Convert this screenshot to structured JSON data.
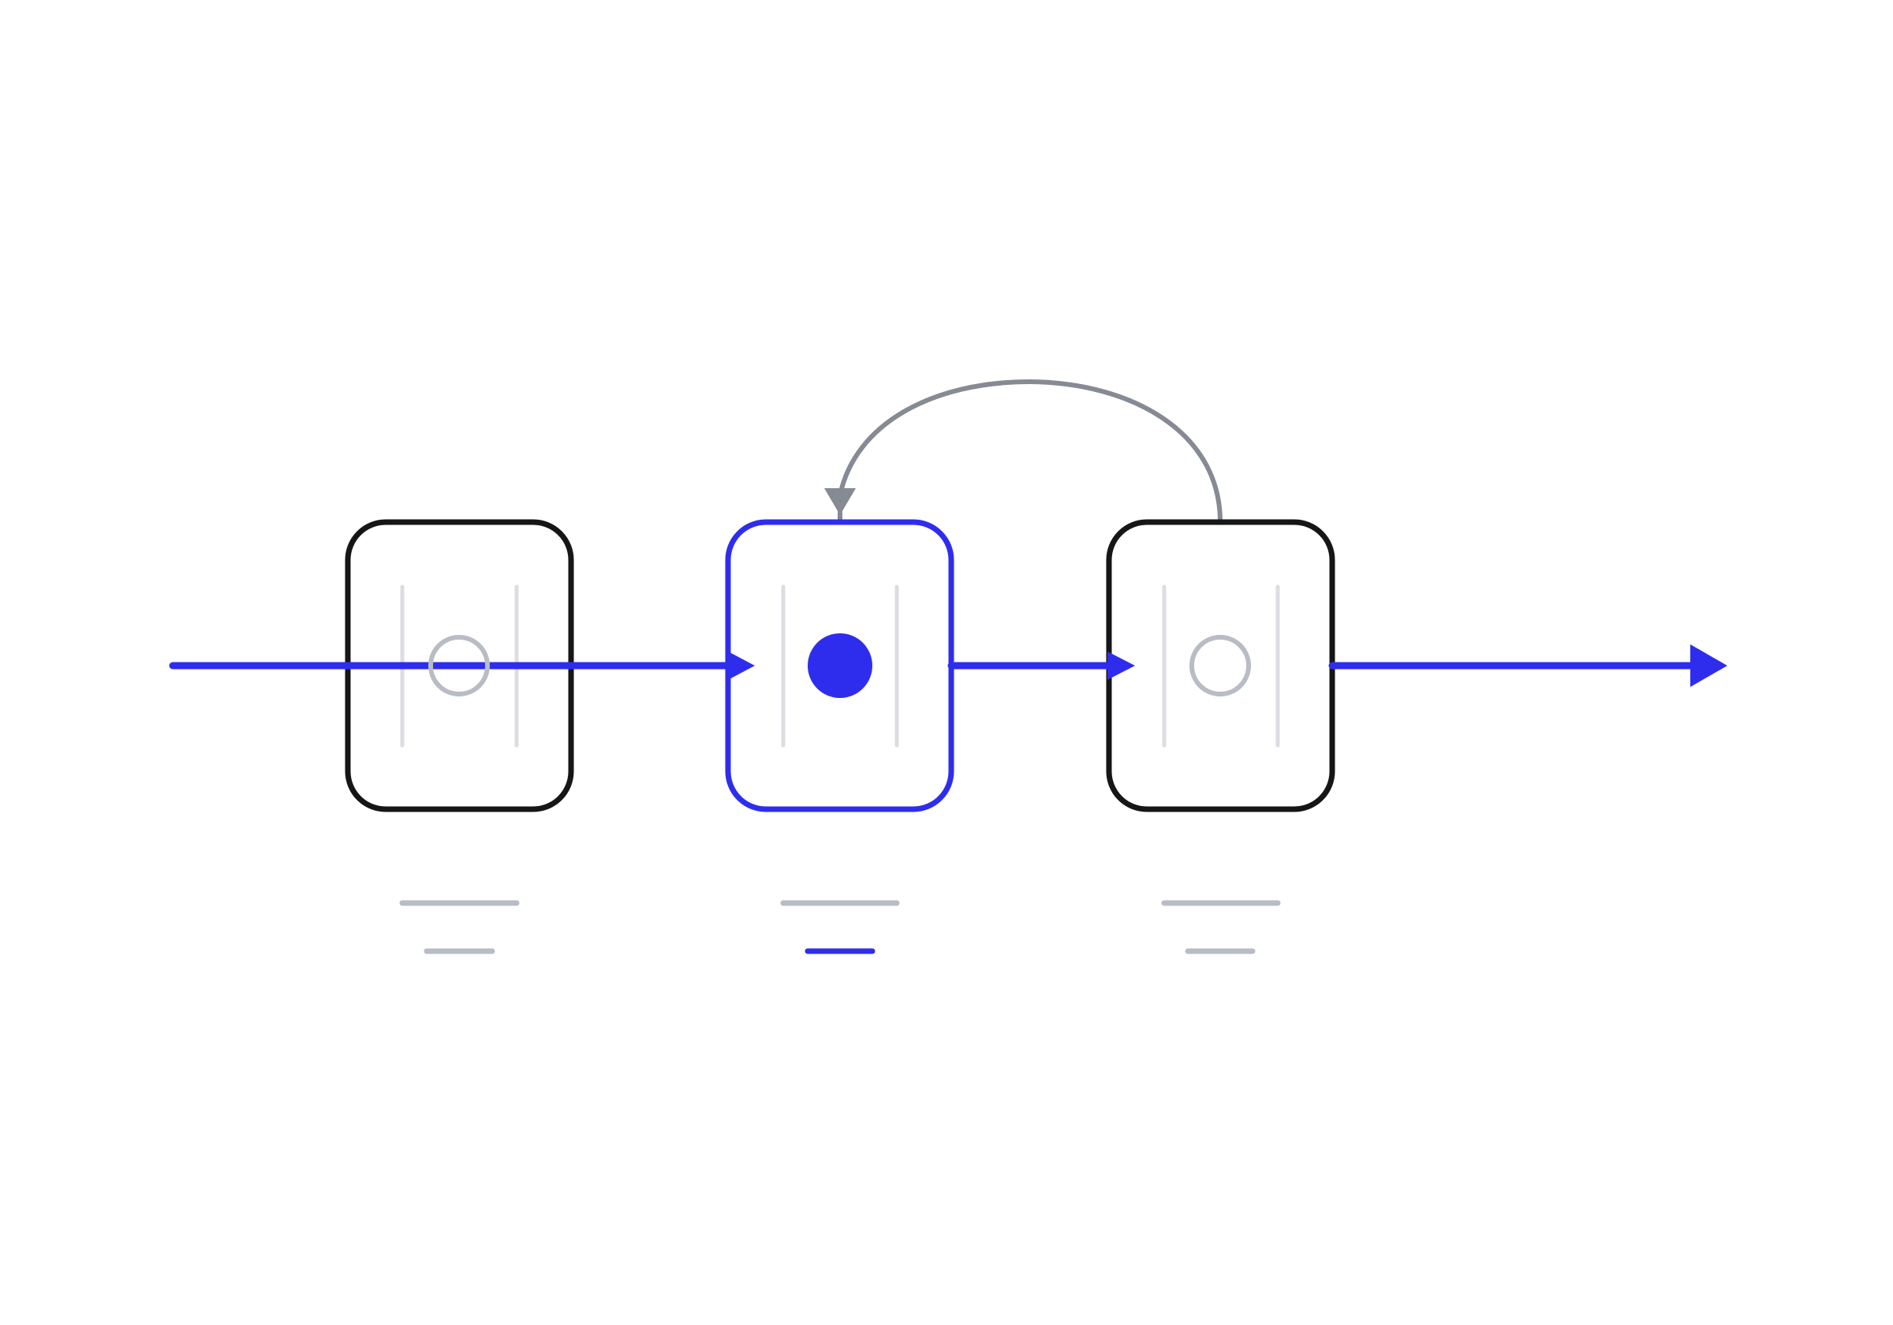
{
  "colors": {
    "background": "#ffffff",
    "accent": "#2f2ded",
    "box_border": "#161616",
    "feedback": "#858a93",
    "placeholder": "#b8bcc4",
    "divider": "#dcdde2"
  },
  "diagram": {
    "nodes": [
      {
        "state": "inactive",
        "icon": "hollow-circle-icon"
      },
      {
        "state": "active",
        "icon": "filled-dot-icon"
      },
      {
        "state": "inactive",
        "icon": "hollow-circle-icon"
      }
    ],
    "flow_direction": "left-to-right",
    "feedback_loop": {
      "from_node": 3,
      "to_node": 2
    },
    "captions_shown_as_placeholder_bars": true
  }
}
